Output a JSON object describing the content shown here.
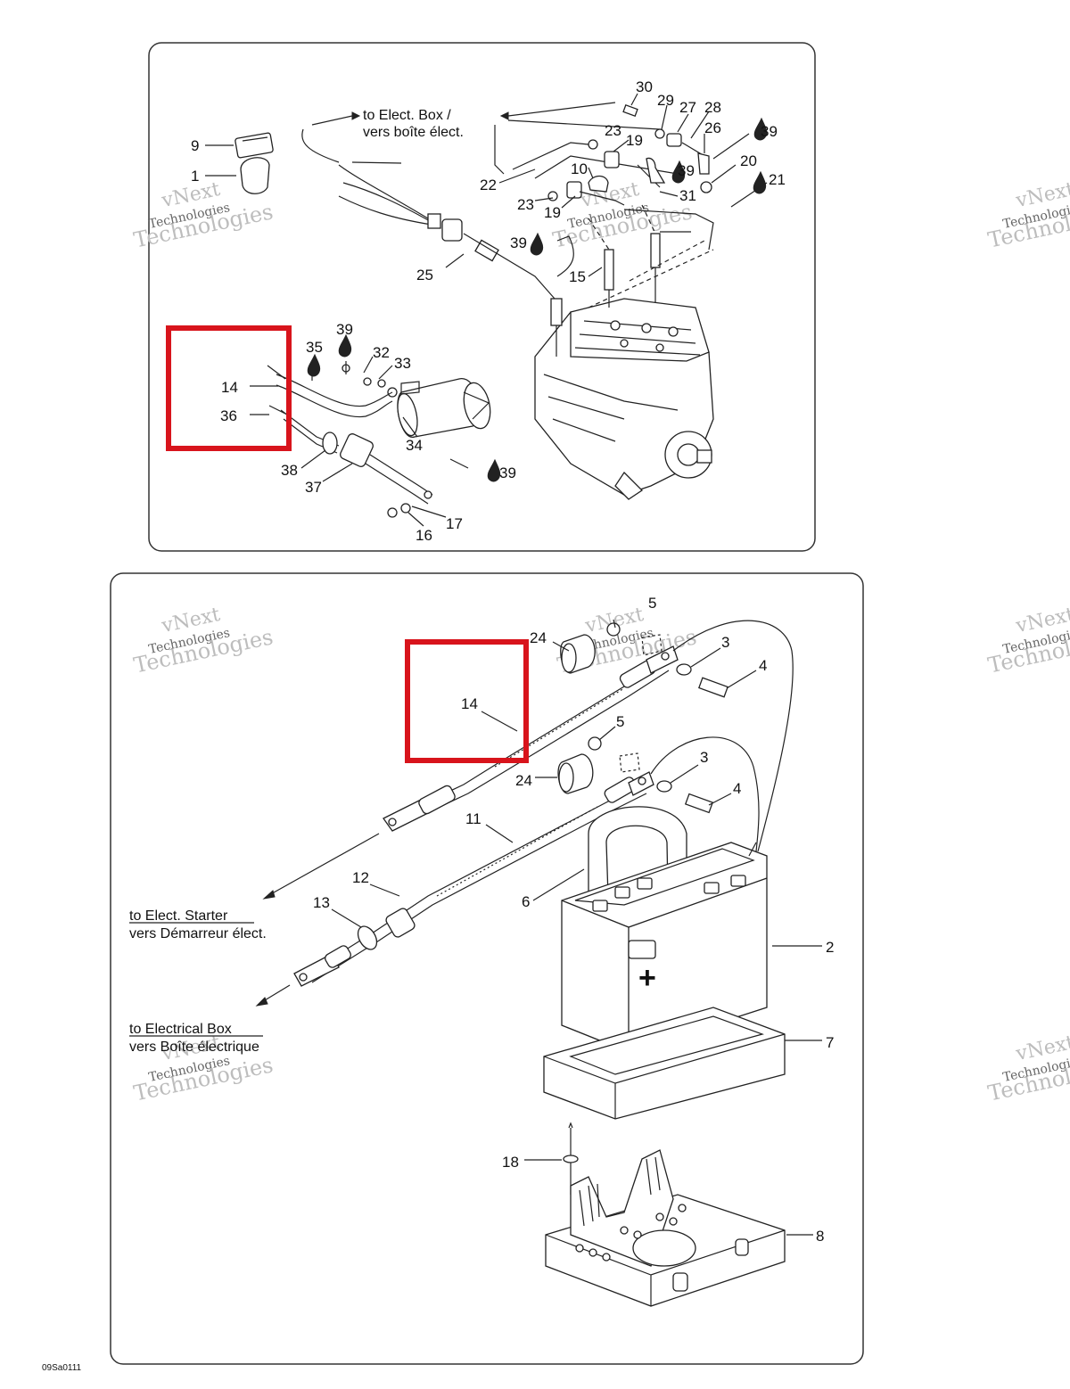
{
  "diagram": {
    "reference_code": "09Sa0111",
    "highlight_color": "#d8141c",
    "watermark": {
      "line1": "vNext",
      "line2": "Technologies",
      "line3": "Technologies"
    },
    "top_panel": {
      "note": {
        "line1": "to Elect. Box /",
        "line2": "vers boîte élect."
      },
      "labels": [
        "30",
        "29",
        "27",
        "28",
        "26",
        "39",
        "23",
        "19",
        "10",
        "39",
        "20",
        "21",
        "9",
        "1",
        "22",
        "23",
        "19",
        "31",
        "39",
        "25",
        "15",
        "35",
        "39",
        "32",
        "33",
        "14",
        "36",
        "34",
        "38",
        "37",
        "39",
        "16",
        "17"
      ]
    },
    "bottom_panel": {
      "note_starter": {
        "line1": "to Elect. Starter",
        "line2": "vers Démarreur élect."
      },
      "note_box": {
        "line1": "to Electrical Box",
        "line2": "vers Boîte électrique"
      },
      "plus_sign": "+",
      "labels": [
        "5",
        "24",
        "3",
        "4",
        "14",
        "5",
        "3",
        "24",
        "4",
        "11",
        "6",
        "12",
        "13",
        "2",
        "7",
        "18",
        "8"
      ]
    }
  }
}
